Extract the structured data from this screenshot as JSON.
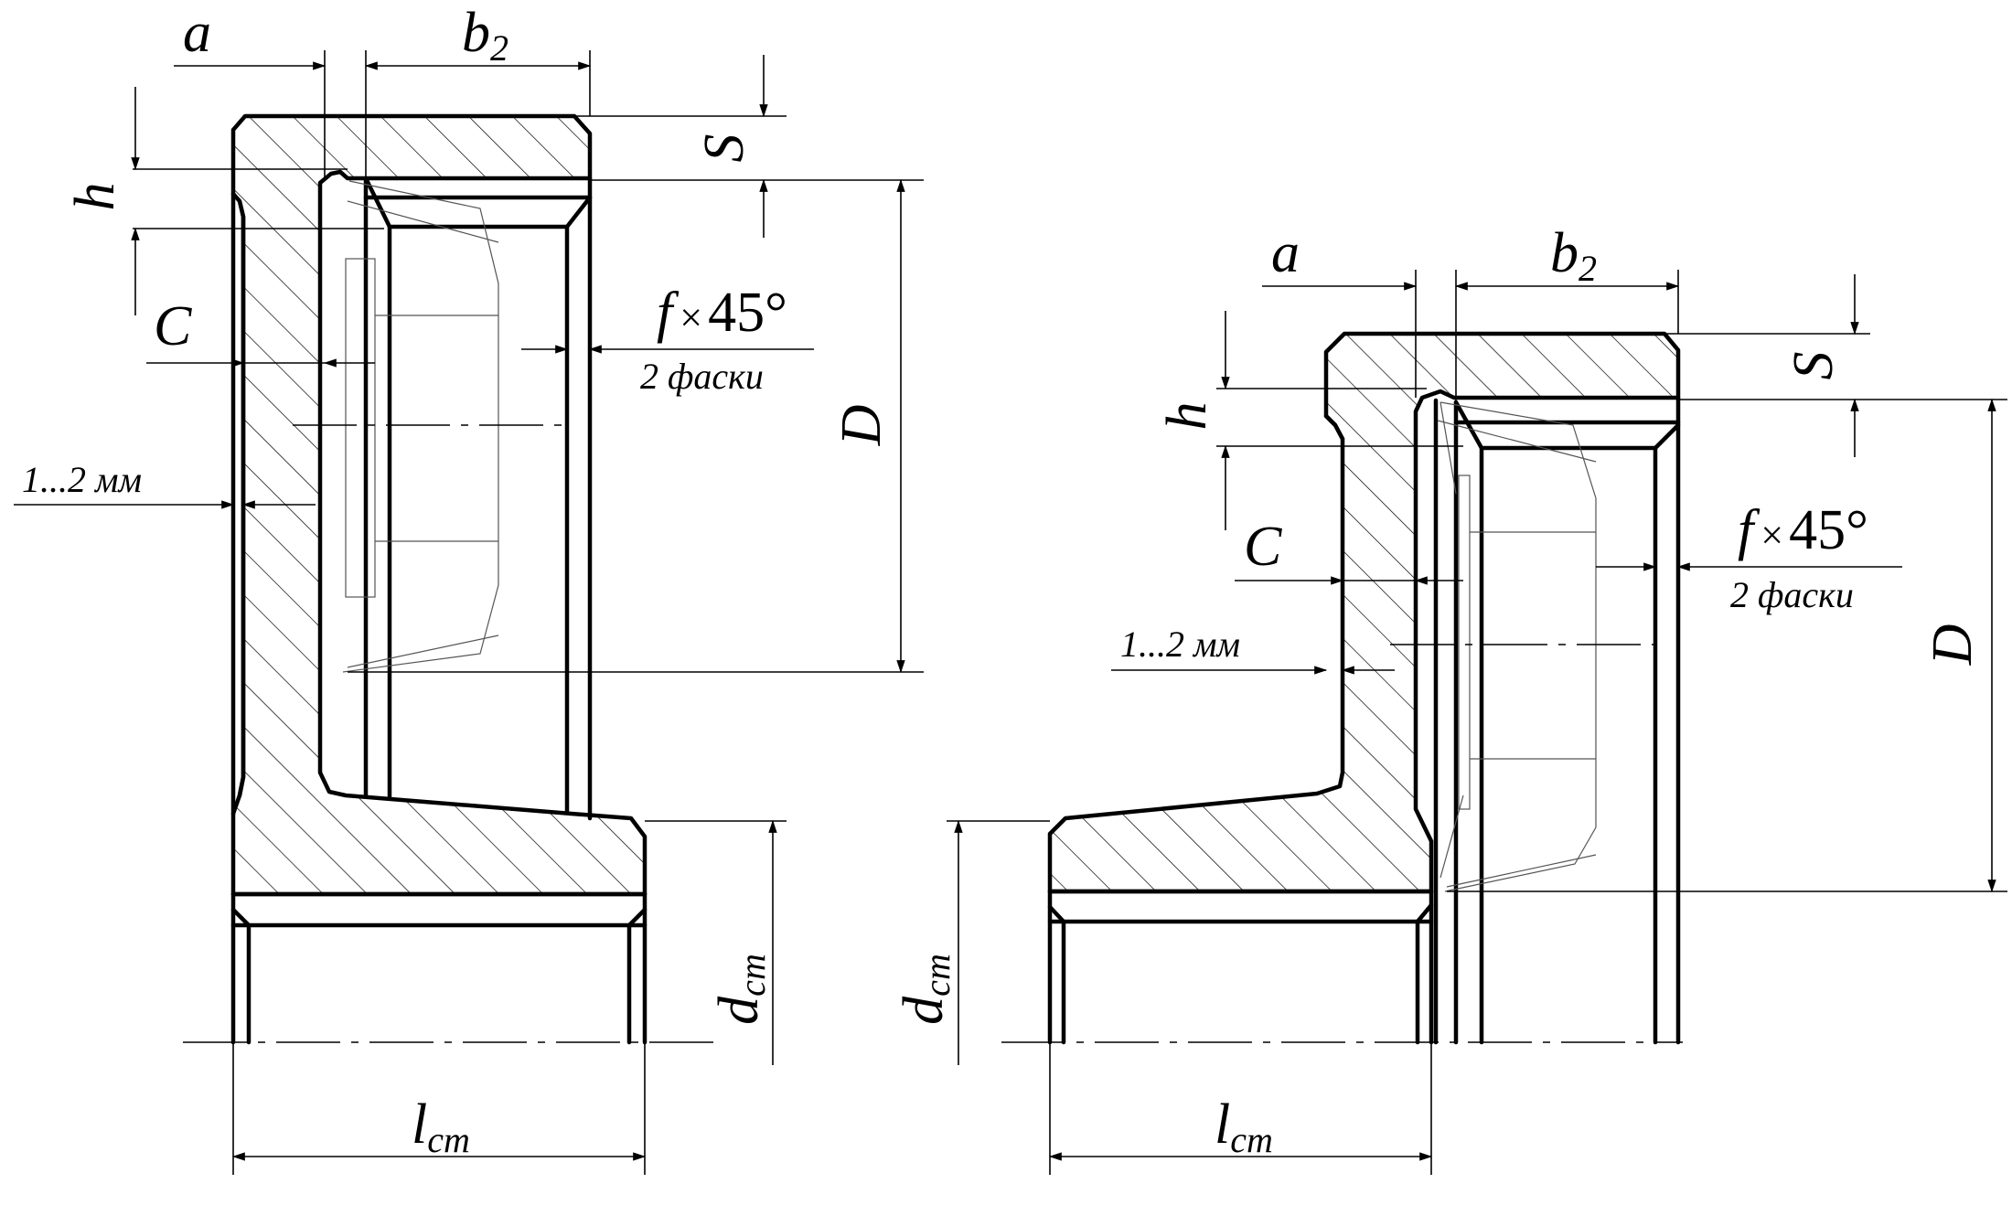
{
  "labels": {
    "a": "a",
    "b": "b",
    "b_sub": "2",
    "S": "S",
    "h": "h",
    "C": "C",
    "f": "f",
    "times": "×",
    "angle": "45°",
    "chamfers": "2 фаски",
    "gap": "1...2 мм",
    "D": "D",
    "d": "d",
    "d_sub": "cm",
    "l": "l",
    "l_sub": "cm"
  }
}
